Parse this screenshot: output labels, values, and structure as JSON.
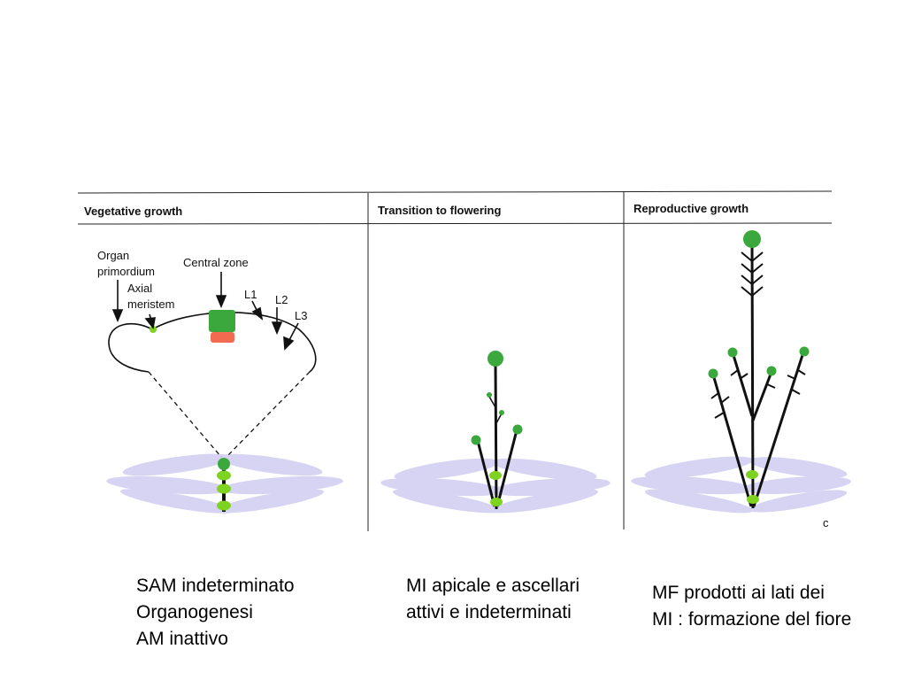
{
  "panels": [
    {
      "header": "Vegetative growth"
    },
    {
      "header": "Transition to flowering"
    },
    {
      "header": "Reproductive growth"
    }
  ],
  "vegetative_labels": {
    "organ_primordium_line1": "Organ",
    "organ_primordium_line2": "primordium",
    "axial_meristem_line1": "Axial",
    "axial_meristem_line2": "meristem",
    "central_zone": "Central zone",
    "l1": "L1",
    "l2": "L2",
    "l3": "L3"
  },
  "figure_letter": "c",
  "captions": {
    "vegetative": [
      "SAM indeterminato",
      "Organogenesi",
      "AM inattivo"
    ],
    "transition": [
      "MI apicale e ascellari",
      "attivi e indeterminati"
    ],
    "reproductive": [
      "MF prodotti ai lati dei",
      "MI : formazione del fiore"
    ]
  },
  "colors": {
    "meristem_green": "#3aa83c",
    "dot_green": "#7ed321",
    "lower_layer": "#f26a4f",
    "leaf_lilac": "#c9c6ee",
    "stem": "#111111"
  }
}
